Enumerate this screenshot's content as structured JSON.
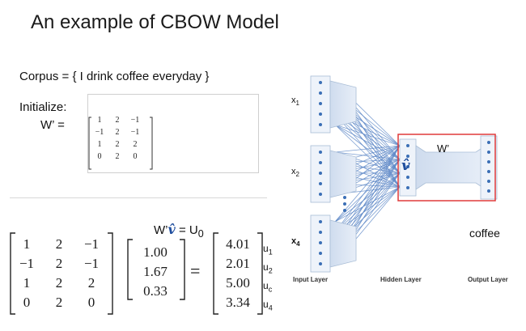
{
  "title": "An example of CBOW Model",
  "corpus": "Corpus = { I drink coffee everyday }",
  "initialize_label": "Initialize:",
  "w_label": "W’  =",
  "small_matrix": [
    [
      "1",
      "2",
      "−1"
    ],
    [
      "−1",
      "2",
      "−1"
    ],
    [
      "1",
      "2",
      "2"
    ],
    [
      "0",
      "2",
      "0"
    ]
  ],
  "equation": {
    "lhs_text": "W’",
    "v_symbol": "v̂",
    "rhs_text": "=  U",
    "rhs_sub": "0",
    "matrix": [
      [
        "1",
        "2",
        "−1"
      ],
      [
        "−1",
        "2",
        "−1"
      ],
      [
        "1",
        "2",
        "2"
      ],
      [
        "0",
        "2",
        "0"
      ]
    ],
    "vector": [
      "1.00",
      "1.67",
      "0.33"
    ],
    "equals": "=",
    "result": [
      "4.01",
      "2.01",
      "5.00",
      "3.34"
    ],
    "result_labels": [
      {
        "base": "u",
        "sub": "1"
      },
      {
        "base": "u",
        "sub": "2"
      },
      {
        "base": "u",
        "sub": "c"
      },
      {
        "base": "u",
        "sub": "4"
      }
    ]
  },
  "network": {
    "inputs": [
      {
        "base": "x",
        "sub": "1"
      },
      {
        "base": "x",
        "sub": "2"
      },
      {
        "base": "x",
        "sub": "4"
      }
    ],
    "hidden_symbol": "v̂",
    "w_prime": "W’",
    "output_word": "coffee",
    "layer_labels": [
      "Input Layer",
      "Hidden Layer",
      "Output Layer"
    ],
    "colors": {
      "box_fill": "#dfe9f5",
      "box_stroke": "#a9bdd6",
      "dot": "#3b6fb6",
      "edge": "#5b86c6",
      "highlight": "#e03a3a"
    }
  }
}
